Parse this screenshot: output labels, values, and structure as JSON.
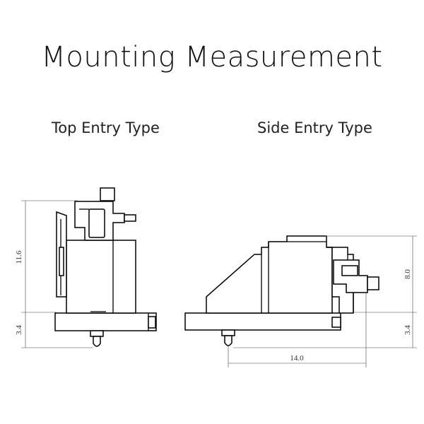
{
  "diagram": {
    "title": "Mounting Measurement",
    "top_entry": {
      "label": "Top Entry Type",
      "dim_height": "11.6",
      "dim_base": "3.4"
    },
    "side_entry": {
      "label": "Side Entry Type",
      "dim_height": "8.0",
      "dim_base": "3.4",
      "dim_width": "14.0"
    }
  }
}
